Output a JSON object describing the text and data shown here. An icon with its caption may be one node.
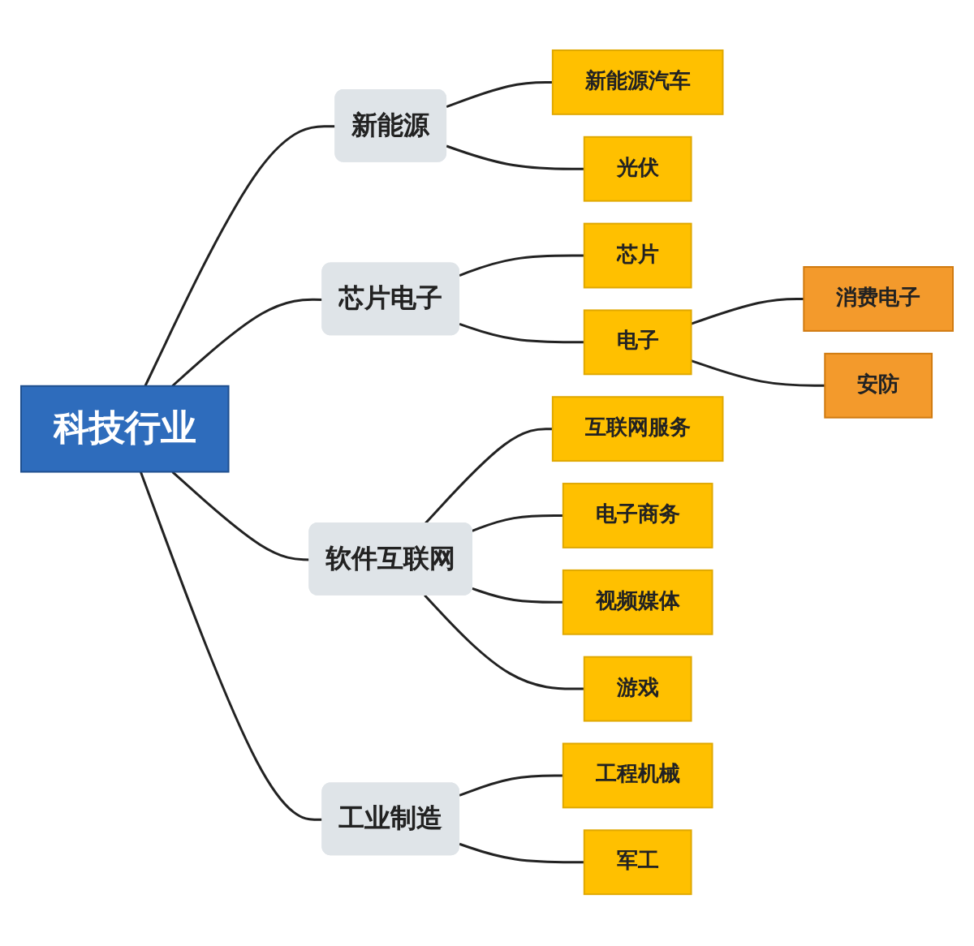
{
  "diagram": {
    "nodes": [
      {
        "text": [
          "科技行业"
        ]
      },
      {
        "text": [
          "新能源"
        ]
      },
      {
        "text": [
          "新能源汽车"
        ]
      },
      {
        "text": [
          "光伏"
        ]
      },
      {
        "text": [
          "芯片电子"
        ]
      },
      {
        "text": [
          "芯片"
        ]
      },
      {
        "text": [
          "电子"
        ]
      },
      {
        "text": [
          "消费电子"
        ]
      },
      {
        "text": [
          "安防"
        ]
      },
      {
        "text": [
          "软件互联网"
        ]
      },
      {
        "text": [
          "互联网服务"
        ]
      },
      {
        "text": [
          "电子商务"
        ]
      },
      {
        "text": [
          "视频媒体"
        ]
      },
      {
        "text": [
          "游戏"
        ]
      },
      {
        "text": [
          "工业制造"
        ]
      },
      {
        "text": [
          "工程机械"
        ]
      },
      {
        "text": [
          "军工"
        ]
      }
    ],
    "edges": [
      {
        "from": 0,
        "to": 1,
        "arrow": "none"
      },
      {
        "from": 1,
        "to": 2,
        "arrow": "none"
      },
      {
        "from": 1,
        "to": 3,
        "arrow": "none"
      },
      {
        "from": 0,
        "to": 4,
        "arrow": "none"
      },
      {
        "from": 4,
        "to": 5,
        "arrow": "none"
      },
      {
        "from": 4,
        "to": 6,
        "arrow": "none"
      },
      {
        "from": 6,
        "to": 7,
        "arrow": "none"
      },
      {
        "from": 6,
        "to": 8,
        "arrow": "none"
      },
      {
        "from": 0,
        "to": 9,
        "arrow": "none"
      },
      {
        "from": 9,
        "to": 10,
        "arrow": "none"
      },
      {
        "from": 9,
        "to": 11,
        "arrow": "none"
      },
      {
        "from": 9,
        "to": 12,
        "arrow": "none"
      },
      {
        "from": 9,
        "to": 13,
        "arrow": "none"
      },
      {
        "from": 0,
        "to": 14,
        "arrow": "none"
      },
      {
        "from": 14,
        "to": 15,
        "arrow": "none"
      },
      {
        "from": 14,
        "to": 16,
        "arrow": "none"
      }
    ]
  }
}
